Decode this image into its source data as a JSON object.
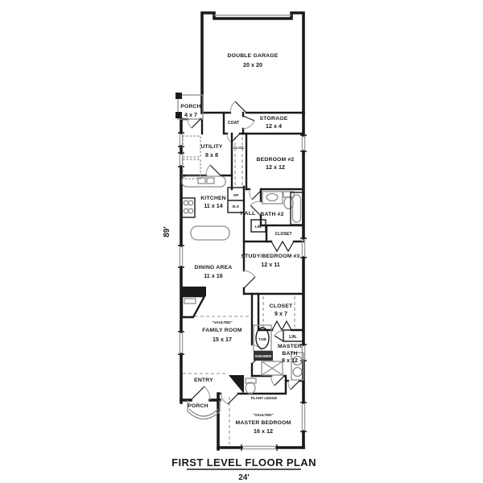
{
  "plan": {
    "title": "FIRST LEVEL FLOOR PLAN",
    "width_dim": "24'",
    "height_dim": "89'"
  },
  "rooms": {
    "garage": {
      "name": "DOUBLE GARAGE",
      "size": "20 x 20"
    },
    "porch_top": {
      "name": "PORCH",
      "size": "4 x 7"
    },
    "storage": {
      "name": "STORAGE",
      "size": "12 x 4"
    },
    "utility": {
      "name": "UTILITY",
      "size": "8 x 8"
    },
    "bedroom2": {
      "name": "BEDROOM #2",
      "size": "12 x 12"
    },
    "kitchen": {
      "name": "KITCHEN",
      "size": "11 x 14"
    },
    "bath2": {
      "name": "BATH #2"
    },
    "hall": {
      "name": "HALL"
    },
    "dining": {
      "name": "DINING AREA",
      "size": "11 x 16"
    },
    "study": {
      "name": "STUDY/BEDROOM #3",
      "size": "12 x 11"
    },
    "closet_master": {
      "name": "CLOSET",
      "size": "9 x 7"
    },
    "family": {
      "prefix": "\"VAULTED\"",
      "name": "FAMILY ROOM",
      "size": "15 x 17"
    },
    "master_bath": {
      "name_line1": "MASTER",
      "name_line2": "BATH",
      "size": "9 x 12"
    },
    "master_bedroom": {
      "prefix": "\"VAULTED\"",
      "name": "MASTER BEDROOM",
      "size": "16 x 12"
    },
    "entry": {
      "name": "ENTRY"
    },
    "porch_bottom": {
      "name": "PORCH"
    }
  },
  "small_labels": {
    "coat": "COAT",
    "clos": "CLOS.",
    "lin_hall": "LIN.",
    "closet_hall": "CLOSET",
    "lin_master": "LIN.",
    "tub": "TUB",
    "shower": "SHOWER",
    "plant_ledge": "PLANT LEDGE",
    "appliance_top": "OP",
    "appliance_bottom": "B.O"
  },
  "colors": {
    "wall": "#1a1a1a",
    "fixture_line": "#8e8e8e",
    "background": "#ffffff",
    "text": "#1a1a1a"
  }
}
